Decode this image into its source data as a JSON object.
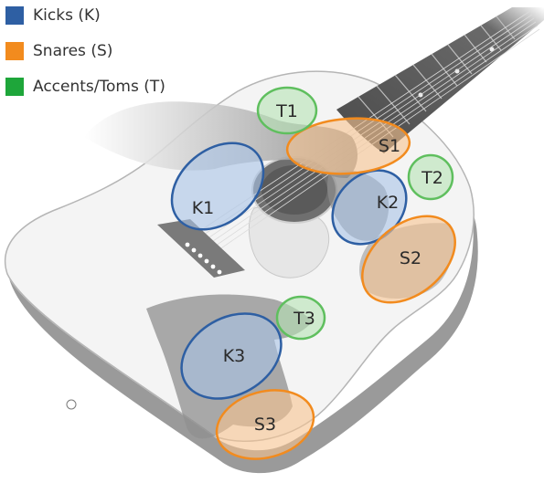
{
  "legend": [
    {
      "label": "Kicks (K)",
      "color": "#2e5fa3"
    },
    {
      "label": "Snares (S)",
      "color": "#f28b1e"
    },
    {
      "label": "Accents/Toms (T)",
      "color": "#1ea63a"
    }
  ],
  "zones": {
    "k1": {
      "label": "K1",
      "group": "kick"
    },
    "k2": {
      "label": "K2",
      "group": "kick"
    },
    "k3": {
      "label": "K3",
      "group": "kick"
    },
    "s1": {
      "label": "S1",
      "group": "snare"
    },
    "s2": {
      "label": "S2",
      "group": "snare"
    },
    "s3": {
      "label": "S3",
      "group": "snare"
    },
    "t1": {
      "label": "T1",
      "group": "accent"
    },
    "t2": {
      "label": "T2",
      "group": "accent"
    },
    "t3": {
      "label": "T3",
      "group": "accent"
    }
  },
  "zone_styles": {
    "kick": {
      "fill": "#a9c3e6",
      "stroke": "#2e5fa3"
    },
    "snare": {
      "fill": "#f7c38f",
      "stroke": "#f28b1e"
    },
    "accent": {
      "fill": "#b5e2b4",
      "stroke": "#5fbf5e"
    }
  }
}
